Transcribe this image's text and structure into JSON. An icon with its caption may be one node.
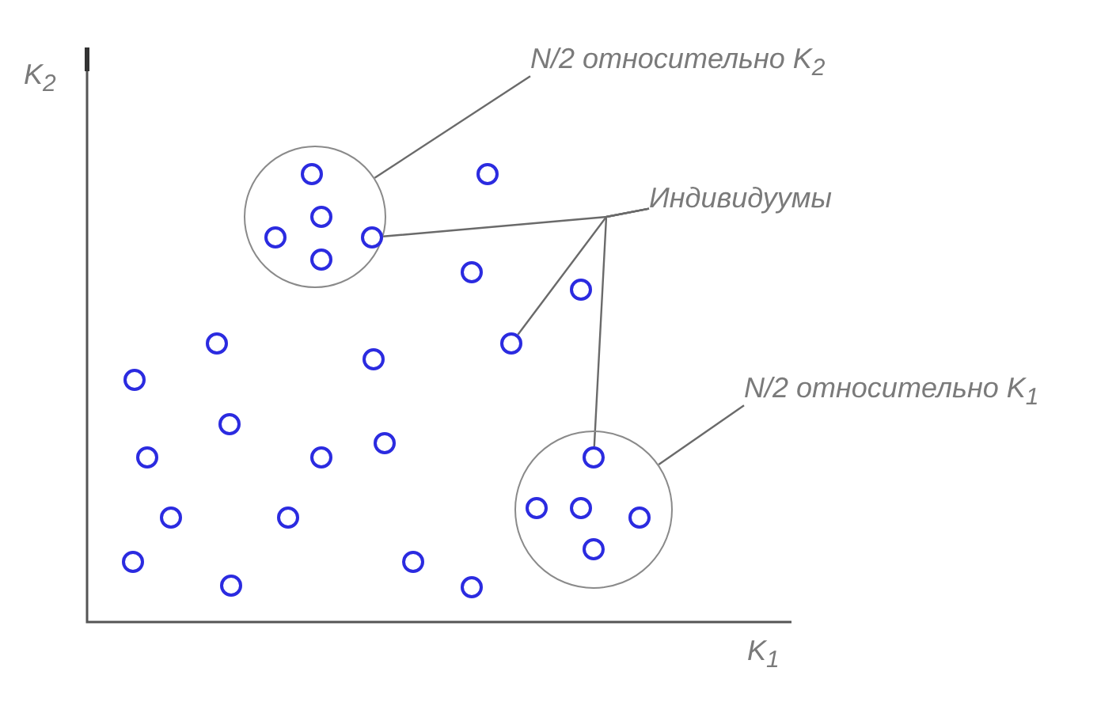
{
  "diagram": {
    "nodes": [
      {
        "text": [
          "N/2 относительно K$_{2}$"
        ]
      },
      {
        "text": [],
        "shape": "circle"
      },
      {
        "text": [],
        "shape": "circle",
        "in": 1
      },
      {
        "text": [],
        "shape": "circle"
      },
      {
        "text": [
          "Индивидуумы"
        ]
      },
      {
        "text": [],
        "shape": "circle",
        "in": 1
      },
      {
        "text": [],
        "shape": "circle",
        "in": 1
      },
      {
        "text": [],
        "shape": "circle",
        "in": 1
      },
      {
        "text": [],
        "shape": "circle",
        "in": 1
      },
      {
        "text": [],
        "shape": "circle"
      },
      {
        "text": [],
        "shape": "circle"
      },
      {
        "text": [],
        "shape": "circle"
      },
      {
        "text": [],
        "shape": "circle"
      },
      {
        "text": [],
        "shape": "circle"
      },
      {
        "text": [],
        "shape": "circle"
      },
      {
        "text": [
          "N/2 относительно K$_{1}$"
        ]
      },
      {
        "text": [],
        "shape": "circle"
      },
      {
        "text": [],
        "shape": "circle"
      },
      {
        "text": [],
        "shape": "circle"
      },
      {
        "text": [],
        "shape": "circle",
        "in": 18
      },
      {
        "text": [],
        "shape": "circle"
      },
      {
        "text": [],
        "shape": "circle"
      },
      {
        "text": [],
        "shape": "circle",
        "in": 18
      },
      {
        "text": [],
        "shape": "circle",
        "in": 18
      },
      {
        "text": [],
        "shape": "circle",
        "in": 18
      },
      {
        "text": [],
        "shape": "circle"
      },
      {
        "text": [],
        "shape": "circle"
      },
      {
        "text": [],
        "shape": "circle",
        "in": 18
      },
      {
        "text": [],
        "shape": "circle"
      },
      {
        "text": [],
        "shape": "circle"
      },
      {
        "text": [],
        "shape": "circle"
      },
      {
        "text": [],
        "shape": "circle"
      }
    ],
    "edges": [
      {
        "from": 0,
        "to": 1,
        "arrow": "none"
      },
      {
        "from": 4,
        "to": 7,
        "arrow": "none"
      },
      {
        "from": 4,
        "to": 12,
        "arrow": "none"
      },
      {
        "from": 4,
        "to": 19,
        "arrow": "none"
      },
      {
        "from": 15,
        "to": 18,
        "arrow": "none"
      }
    ],
    "labels": [
      "K$_{2}$",
      "K$_{1}$"
    ]
  }
}
